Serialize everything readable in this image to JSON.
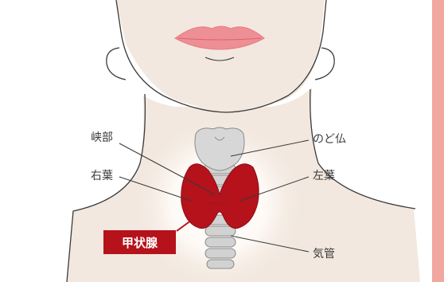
{
  "labels": {
    "isthmus": "峡部",
    "right_lobe": "右葉",
    "adams_apple": "のど仏",
    "left_lobe": "左葉",
    "trachea": "気管"
  },
  "badge": {
    "title": "甲状腺"
  },
  "colors": {
    "skin": "#f2e8df",
    "outline": "#3a3a3a",
    "lips": "#ee8f96",
    "thyroid": "#b5121b",
    "cartilage": "#d7d7d7",
    "accent_band": "#f1a89f"
  }
}
